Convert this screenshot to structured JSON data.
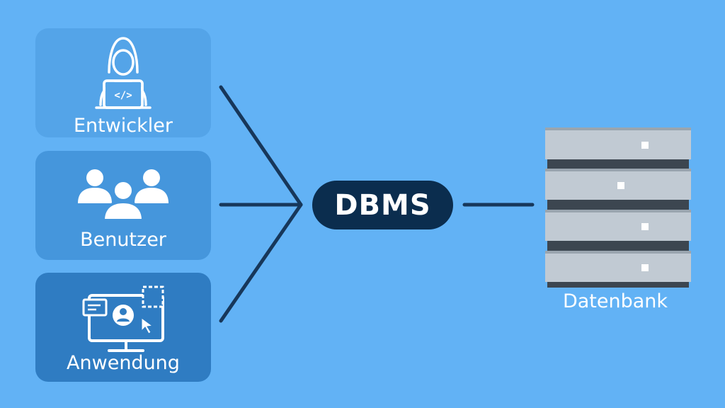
{
  "actors": [
    {
      "label": "Entwickler",
      "icon": "developer-laptop-icon"
    },
    {
      "label": "Benutzer",
      "icon": "user-group-icon"
    },
    {
      "label": "Anwendung",
      "icon": "application-monitor-icon"
    }
  ],
  "center": {
    "label": "DBMS"
  },
  "database": {
    "label": "Datenbank",
    "icon": "server-stack-icon"
  },
  "colors": {
    "background": "#62b2f5",
    "card_dev": "#54a4e8",
    "card_user": "#4596dc",
    "card_app": "#2f7cc2",
    "dbms_pill": "#0b2d4e",
    "connector": "#17375a",
    "server_panel": "#c1cad3",
    "server_gap": "#3c4650"
  }
}
